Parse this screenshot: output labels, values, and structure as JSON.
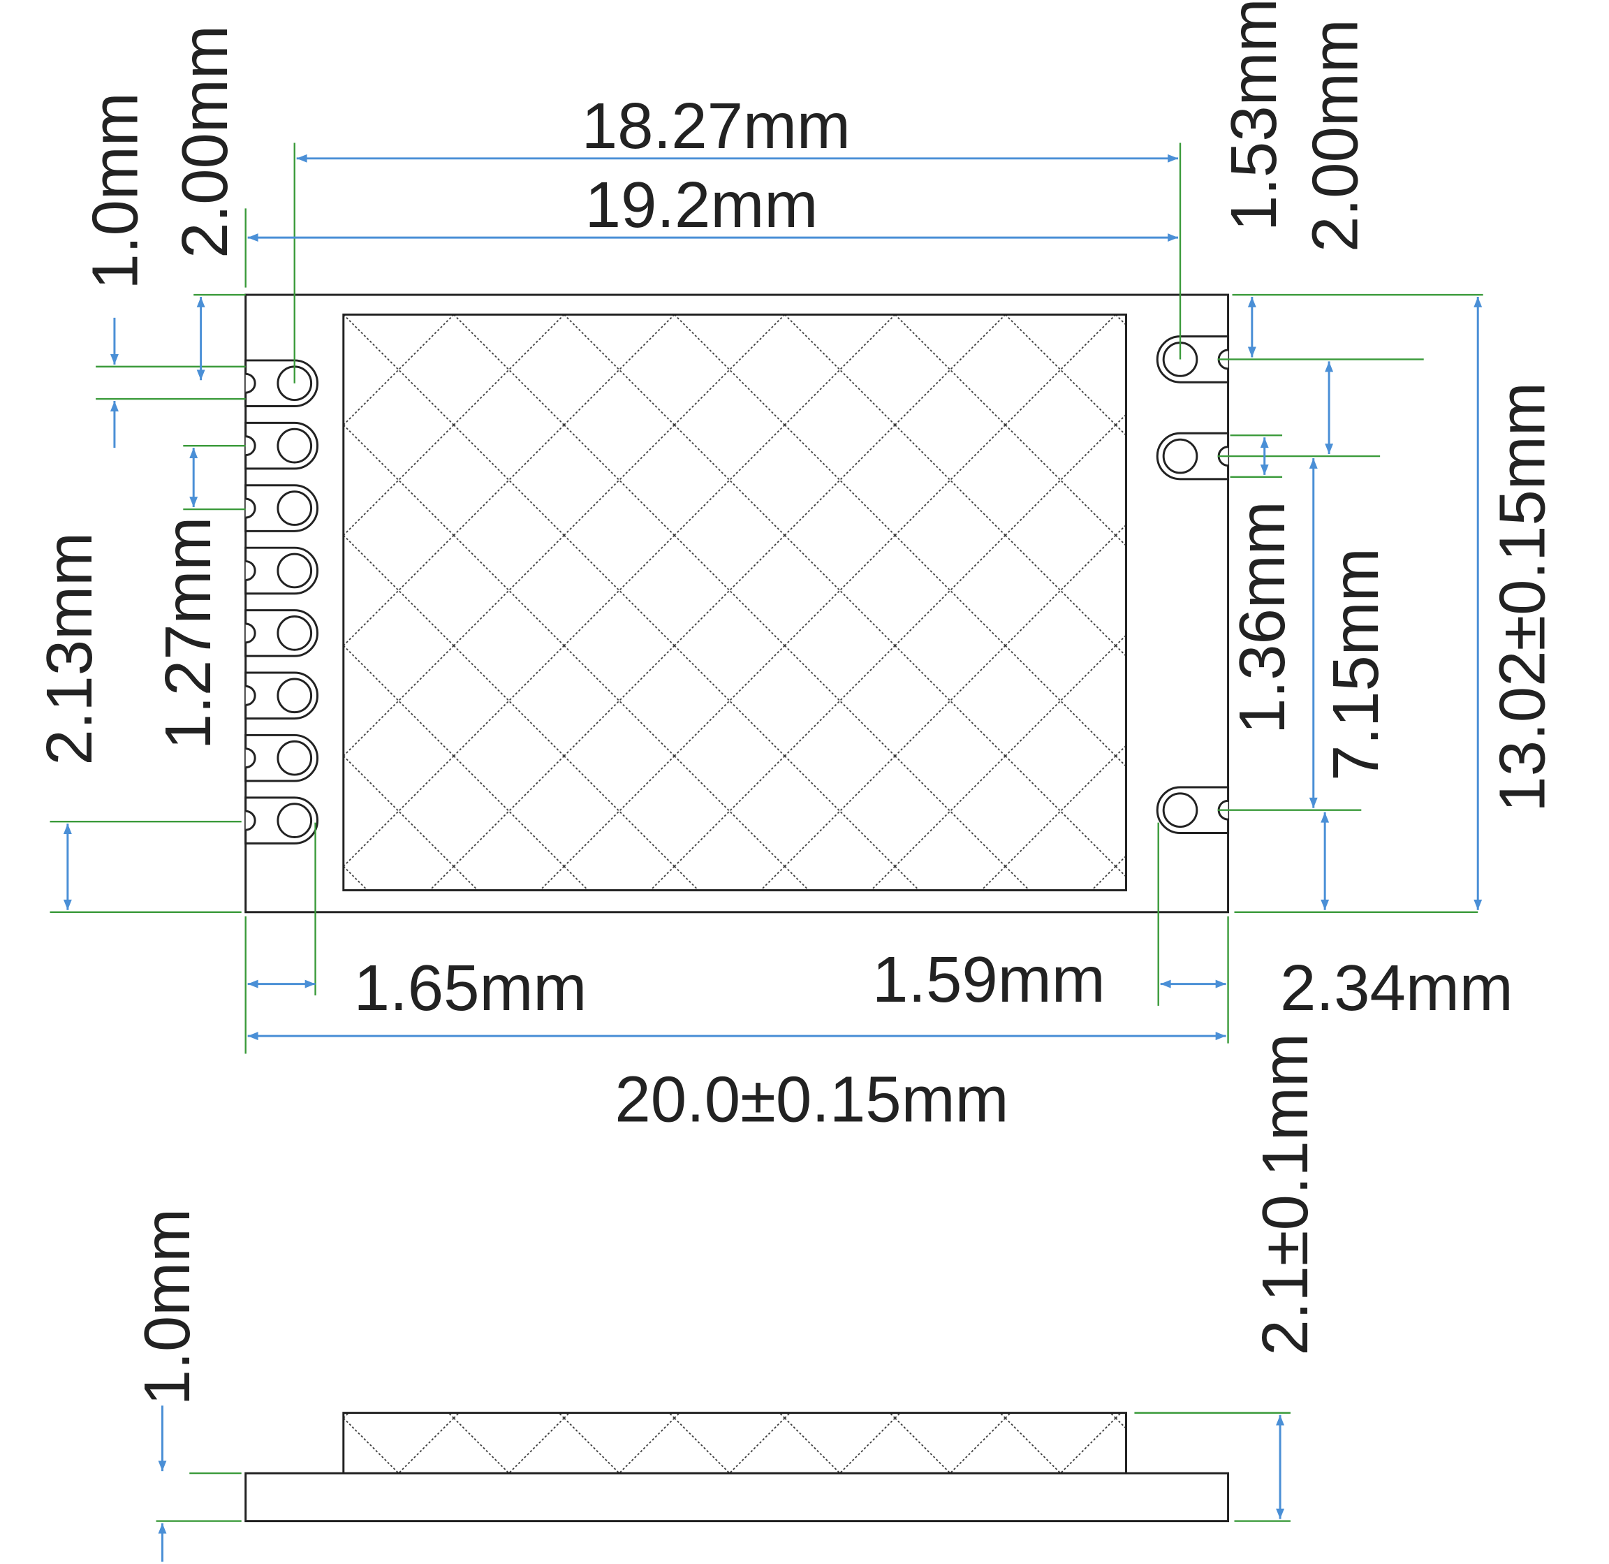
{
  "colors": {
    "dimension": "#4a8fd6",
    "extension": "#3a9a3a",
    "outline": "#222222"
  },
  "labels": {
    "shield_width": "18.27mm",
    "pad_span": "19.2mm",
    "left_top_pad_offset": "1.0mm",
    "left_top_edge": "2.00mm",
    "right_top_pad_offset": "1.53mm",
    "right_pad_pitch": "2.00mm",
    "left_bottom_offset": "2.13mm",
    "left_pad_pitch": "1.27mm",
    "right_pad_small": "1.36mm",
    "right_pad_span": "7.15mm",
    "board_height": "13.02±0.15mm",
    "left_pad_depth": "1.65mm",
    "right_pad_depth": "1.59mm",
    "right_bottom_offset": "2.34mm",
    "board_width": "20.0±0.15mm",
    "total_thickness": "2.1±0.1mm",
    "pcb_thickness": "1.0mm"
  }
}
